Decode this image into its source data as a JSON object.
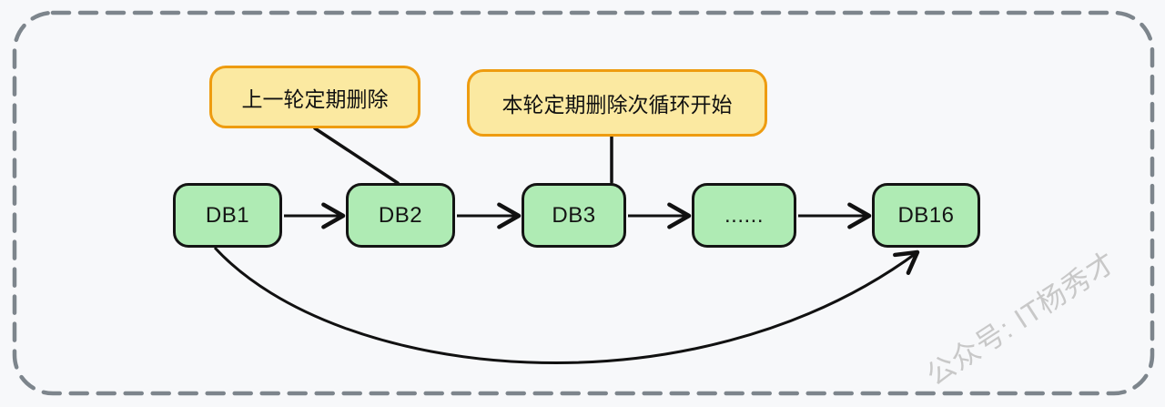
{
  "canvas": {
    "background": "#F7F8FA",
    "frame_color": "#7D858C"
  },
  "callouts": [
    {
      "text": "上一轮定期删除",
      "fill": "#FBE9A1",
      "border_color": "#EE9C10"
    },
    {
      "text": "本轮定期删除次循环开始",
      "fill": "#FBE9A1",
      "border_color": "#EE9C10"
    }
  ],
  "nodes": [
    {
      "label": "DB1"
    },
    {
      "label": "DB2"
    },
    {
      "label": "DB3"
    },
    {
      "label": "......"
    },
    {
      "label": "DB16"
    }
  ],
  "node_style": {
    "fill": "#AFEBB4",
    "border_color": "#141414"
  },
  "connector_color": "#111111",
  "watermark": {
    "text": "公众号: IT杨秀才",
    "color": "#C8C8C8"
  }
}
